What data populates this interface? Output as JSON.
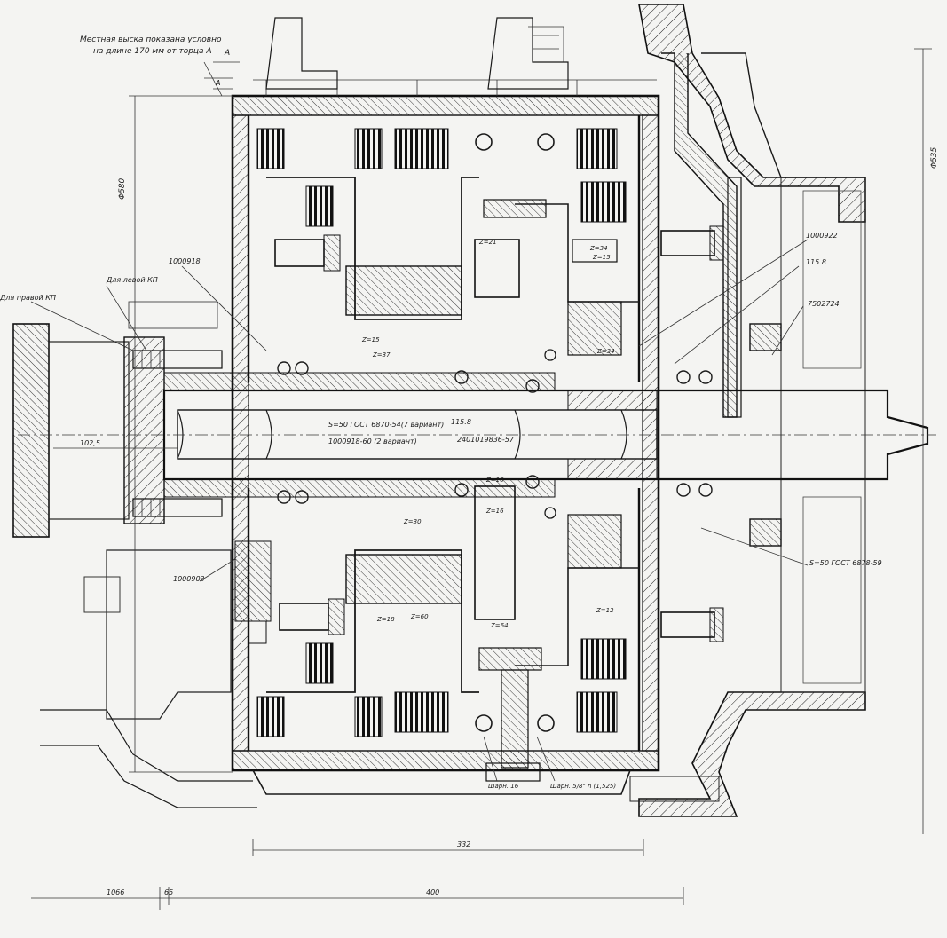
{
  "note": {
    "line1": "Местная выска показана условно",
    "line2": "на длине 170 мм от торца А"
  },
  "marker_a": "А",
  "left_labels": {
    "left_kp": "Для левой КП",
    "right_kp": "Для правой КП"
  },
  "part_numbers": {
    "p1000918": "1000918",
    "p1000922": "1000922",
    "p115_8": "115.8",
    "p7502724": "7502724",
    "p1000903": "1000903",
    "spline_bottom": "S=50 ГОСТ 6878-59"
  },
  "shaft_labels": {
    "line1": "S=50 ГОСТ 6870-54(7 вариант)",
    "line2": "1000918-60 (2 вариант)",
    "right1": "115.8",
    "right2": "2401019836-57"
  },
  "gear_labels": {
    "z21": "Z=21",
    "z15": "Z=15",
    "z37": "Z=37",
    "z34": "Z=34",
    "z_right_top": "Z=34",
    "z_top2": "Z=15",
    "z16": "Z=16",
    "z30": "Z=30",
    "z18": "Z=18",
    "z60": "Z=60",
    "z64": "Z=64",
    "z_right_bottom": "Z=12",
    "z_center": "Z=16"
  },
  "dimensions": {
    "phi580": "Φ580",
    "phi535": "Φ535",
    "d102_5": "102,5",
    "d332": "332",
    "d400": "400",
    "d1066": "1066",
    "d65": "65"
  },
  "bottom_labels": {
    "shaft": "Шарн. 16",
    "bearing": "Шарн. 5/8\" n (1,525)"
  },
  "dim_a": "А"
}
